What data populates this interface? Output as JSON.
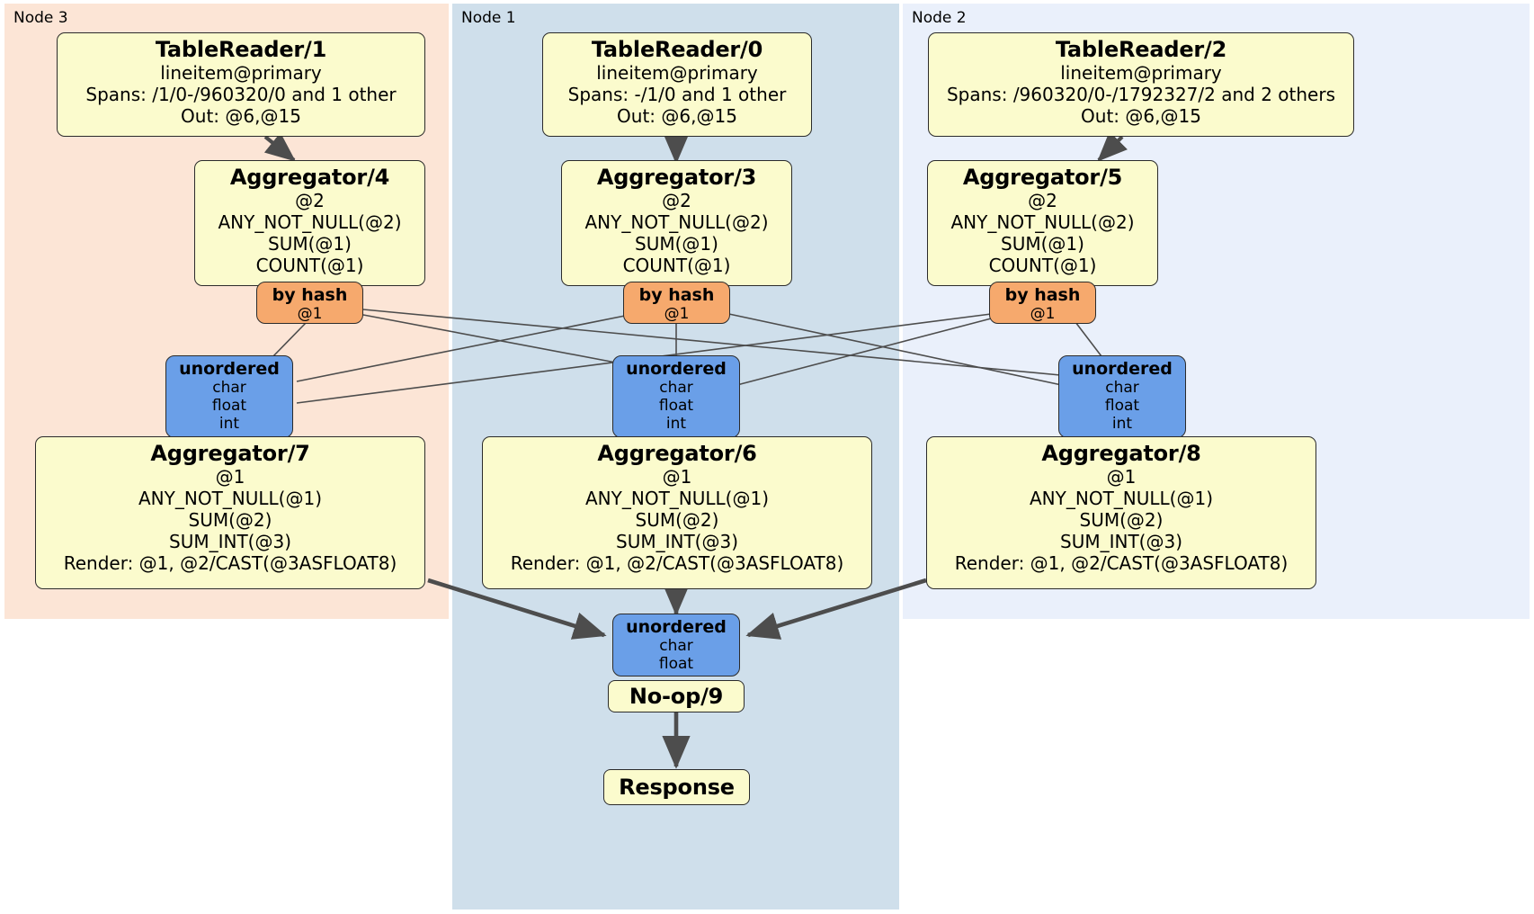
{
  "diagram": {
    "title": "Distributed query execution plan",
    "colors": {
      "node3_panel": "#fce5d6",
      "node1_panel": "#cfdfeb",
      "node2_panel": "#eaf0fb",
      "processor_box": "#fbfbcd",
      "hash_router": "#f6a96d",
      "unordered_router": "#6a9fe8",
      "edge": "#4d4d4d",
      "border": "#2b2b2b"
    }
  },
  "panels": [
    {
      "label": "Node 3",
      "color": "#fce5d6"
    },
    {
      "label": "Node 1",
      "color": "#cfdfeb"
    },
    {
      "label": "Node 2",
      "color": "#eaf0fb"
    }
  ],
  "processors": {
    "table_reader_1": {
      "title": "TableReader/1",
      "lines": [
        "lineitem@primary",
        "Spans: /1/0-/960320/0 and 1 other",
        "Out: @6,@15"
      ]
    },
    "table_reader_0": {
      "title": "TableReader/0",
      "lines": [
        "lineitem@primary",
        "Spans: -/1/0 and 1 other",
        "Out: @6,@15"
      ]
    },
    "table_reader_2": {
      "title": "TableReader/2",
      "lines": [
        "lineitem@primary",
        "Spans: /960320/0-/1792327/2 and 2 others",
        "Out: @6,@15"
      ]
    },
    "aggregator_4": {
      "title": "Aggregator/4",
      "lines": [
        "@2",
        "ANY_NOT_NULL(@2)",
        "SUM(@1)",
        "COUNT(@1)"
      ]
    },
    "aggregator_3": {
      "title": "Aggregator/3",
      "lines": [
        "@2",
        "ANY_NOT_NULL(@2)",
        "SUM(@1)",
        "COUNT(@1)"
      ]
    },
    "aggregator_5": {
      "title": "Aggregator/5",
      "lines": [
        "@2",
        "ANY_NOT_NULL(@2)",
        "SUM(@1)",
        "COUNT(@1)"
      ]
    },
    "aggregator_7": {
      "title": "Aggregator/7",
      "lines": [
        "@1",
        "ANY_NOT_NULL(@1)",
        "SUM(@2)",
        "SUM_INT(@3)",
        "Render: @1, @2/CAST(@3ASFLOAT8)"
      ]
    },
    "aggregator_6": {
      "title": "Aggregator/6",
      "lines": [
        "@1",
        "ANY_NOT_NULL(@1)",
        "SUM(@2)",
        "SUM_INT(@3)",
        "Render: @1, @2/CAST(@3ASFLOAT8)"
      ]
    },
    "aggregator_8": {
      "title": "Aggregator/8",
      "lines": [
        "@1",
        "ANY_NOT_NULL(@1)",
        "SUM(@2)",
        "SUM_INT(@3)",
        "Render: @1, @2/CAST(@3ASFLOAT8)"
      ]
    },
    "noop_9": {
      "title": "No-op/9"
    },
    "response": {
      "title": "Response"
    }
  },
  "routers": {
    "hash_left": {
      "title": "by hash",
      "lines": [
        "@1"
      ]
    },
    "hash_center": {
      "title": "by hash",
      "lines": [
        "@1"
      ]
    },
    "hash_right": {
      "title": "by hash",
      "lines": [
        "@1"
      ]
    },
    "unordered_left": {
      "title": "unordered",
      "lines": [
        "char",
        "float",
        "int"
      ]
    },
    "unordered_center": {
      "title": "unordered",
      "lines": [
        "char",
        "float",
        "int"
      ]
    },
    "unordered_right": {
      "title": "unordered",
      "lines": [
        "char",
        "float",
        "int"
      ]
    },
    "unordered_final": {
      "title": "unordered",
      "lines": [
        "char",
        "float"
      ]
    }
  }
}
